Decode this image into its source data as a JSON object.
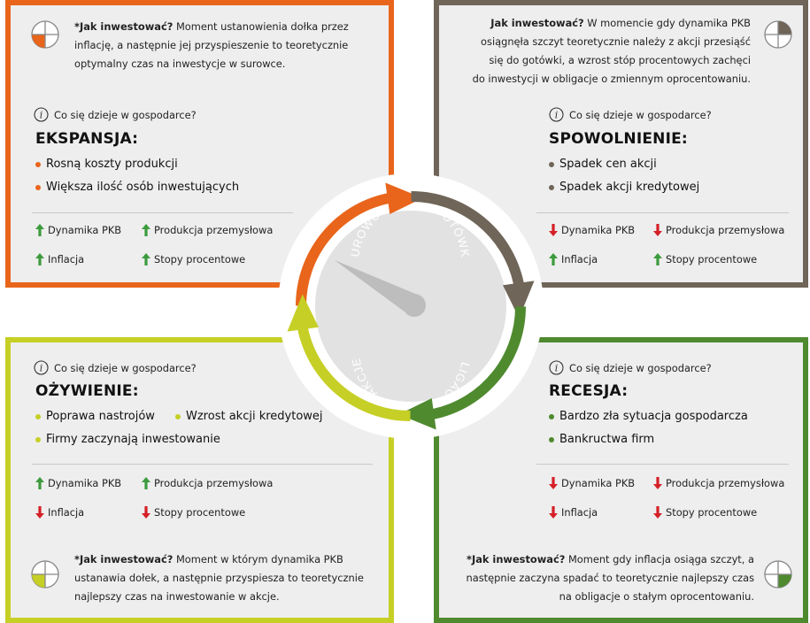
{
  "colors": {
    "surowce": "#e8651b",
    "gotowka": "#6f6558",
    "obligacje": "#4f8a2f",
    "akcje": "#c6cf25",
    "up": "#3c9b3c",
    "down": "#d52027",
    "panel": "#eeeeee"
  },
  "common": {
    "what_happens": "Co się dzieje w gospodarce?",
    "how_to_invest": "Jak inwestować?",
    "how_to_invest_star": "*Jak inwestować?"
  },
  "cycle": {
    "surowce": "SUROWCE",
    "gotowka": "GOTÓWKA",
    "obligacje": "OBLIGACJE",
    "akcje": "AKCJE"
  },
  "quadrants": {
    "tl": {
      "icon": "pie-quarter-icon",
      "howto_l1": "Moment ustanowienia dołka przez",
      "howto_l2": "inflację, a następnie jej przyspieszenie to teoretycznie",
      "howto_l3": "optymalny czas na inwestycje w surowce.",
      "phase": "EKSPANSJA:",
      "bullets": [
        "Rosną koszty produkcji",
        "Większa ilość osób inwestujących"
      ],
      "indicators": [
        {
          "label": "Dynamika PKB",
          "dir": "up"
        },
        {
          "label": "Produkcja przemysłowa",
          "dir": "up"
        },
        {
          "label": "Inflacja",
          "dir": "up"
        },
        {
          "label": "Stopy procentowe",
          "dir": "up"
        }
      ]
    },
    "tr": {
      "icon": "pie-quarter-icon",
      "howto_l1": "W momencie gdy dynamika PKB",
      "howto_l2": "osiągnęła szczyt teoretycznie należy z akcji przesiąść",
      "howto_l3": "się do gotówki, a wzrost stóp procentowych zachęci",
      "howto_l4": "do inwestycji w obligacje o zmiennym oprocentowaniu.",
      "phase": "SPOWOLNIENIE:",
      "bullets": [
        "Spadek cen akcji",
        "Spadek akcji kredytowej"
      ],
      "indicators": [
        {
          "label": "Dynamika PKB",
          "dir": "down"
        },
        {
          "label": "Produkcja przemysłowa",
          "dir": "down"
        },
        {
          "label": "Inflacja",
          "dir": "up"
        },
        {
          "label": "Stopy procentowe",
          "dir": "up"
        }
      ]
    },
    "bl": {
      "icon": "pie-quarter-icon",
      "phase": "OŻYWIENIE:",
      "bullets": [
        "Poprawa nastrojów",
        "Wzrost akcji kredytowej",
        "Firmy zaczynają inwestowanie"
      ],
      "indicators": [
        {
          "label": "Dynamika PKB",
          "dir": "up"
        },
        {
          "label": "Produkcja przemysłowa",
          "dir": "up"
        },
        {
          "label": "Inflacja",
          "dir": "down"
        },
        {
          "label": "Stopy procentowe",
          "dir": "down"
        }
      ],
      "howto_l1": "Moment w którym dynamika PKB",
      "howto_l2": "ustanawia dołek, a następnie przyspiesza to teoretycznie",
      "howto_l3": "najlepszy czas na inwestowanie w akcje."
    },
    "br": {
      "icon": "pie-quarter-icon",
      "phase": "RECESJA:",
      "bullets": [
        "Bardzo zła sytuacja gospodarcza",
        "Bankructwa firm"
      ],
      "indicators": [
        {
          "label": "Dynamika PKB",
          "dir": "down"
        },
        {
          "label": "Produkcja przemysłowa",
          "dir": "down"
        },
        {
          "label": "Inflacja",
          "dir": "down"
        },
        {
          "label": "Stopy procentowe",
          "dir": "down"
        }
      ],
      "howto_l1": "Moment gdy inflacja osiąga szczyt, a",
      "howto_l2": "następnie zaczyna spadać to teoretycznie najlepszy czas",
      "howto_l3": "na obligacje o stałym oprocentowaniu."
    }
  }
}
